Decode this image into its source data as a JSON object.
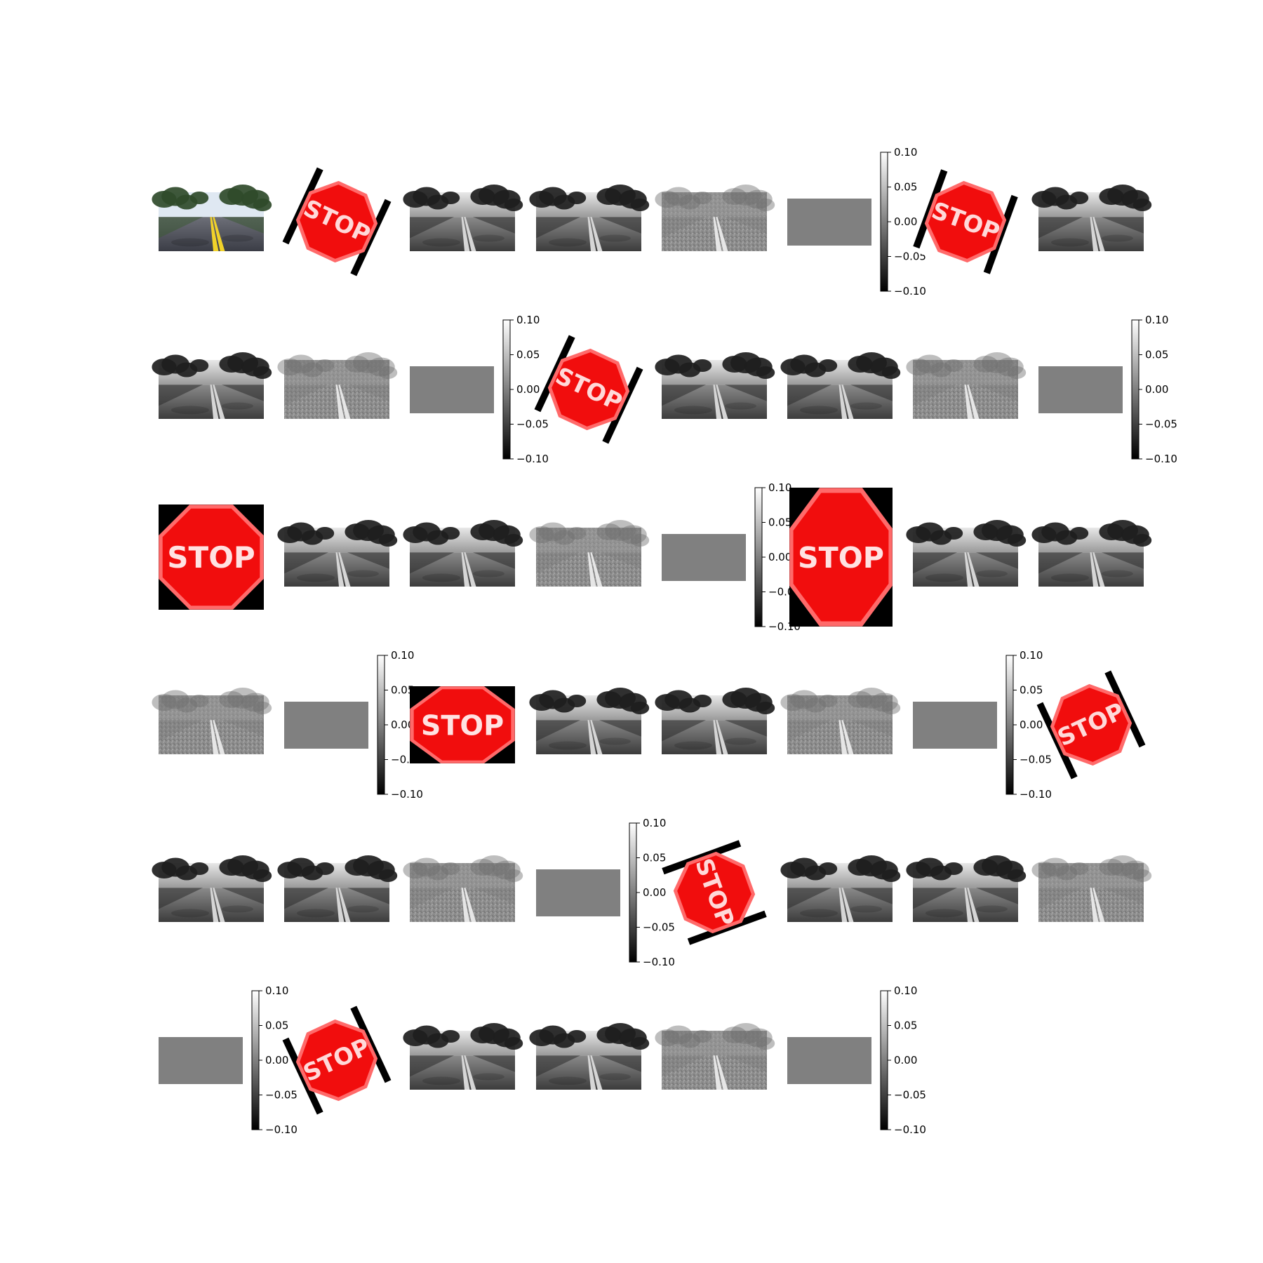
{
  "figure": {
    "rows": 6,
    "cols": 8,
    "background": "#ffffff"
  },
  "colorbar": {
    "ticks": [
      "0.10",
      "0.05",
      "0.00",
      "−0.05",
      "−0.10"
    ],
    "cmap": "gray"
  },
  "stop_sign": {
    "text": "STOP",
    "red": "#f10d0d",
    "light_red": "#ff6a6a"
  },
  "colors": {
    "flat_map": "#808080",
    "road_photo_sky": "#dfe8f2",
    "road_line_yellow": "#f1d22a"
  },
  "panels": [
    {
      "type": "road_color"
    },
    {
      "type": "stop",
      "rot": 25
    },
    {
      "type": "road_gray"
    },
    {
      "type": "road_gray"
    },
    {
      "type": "road_edge"
    },
    {
      "type": "flat"
    },
    {
      "type": "stop",
      "rot": 20
    },
    {
      "type": "road_gray"
    },
    {
      "type": "road_gray"
    },
    {
      "type": "road_edge"
    },
    {
      "type": "flat"
    },
    {
      "type": "stop",
      "rot": 25
    },
    {
      "type": "road_gray"
    },
    {
      "type": "road_gray"
    },
    {
      "type": "road_edge"
    },
    {
      "type": "flat"
    },
    {
      "type": "stop_square"
    },
    {
      "type": "road_gray"
    },
    {
      "type": "road_gray"
    },
    {
      "type": "road_edge"
    },
    {
      "type": "flat"
    },
    {
      "type": "stop_tall"
    },
    {
      "type": "road_gray"
    },
    {
      "type": "road_gray"
    },
    {
      "type": "road_edge"
    },
    {
      "type": "flat"
    },
    {
      "type": "stop_wide"
    },
    {
      "type": "road_gray"
    },
    {
      "type": "road_gray"
    },
    {
      "type": "road_edge"
    },
    {
      "type": "flat"
    },
    {
      "type": "stop",
      "rot": -25
    },
    {
      "type": "road_gray"
    },
    {
      "type": "road_gray"
    },
    {
      "type": "road_edge"
    },
    {
      "type": "flat"
    },
    {
      "type": "stop",
      "rot": 70
    },
    {
      "type": "road_gray"
    },
    {
      "type": "road_gray"
    },
    {
      "type": "road_edge"
    },
    {
      "type": "flat"
    },
    {
      "type": "stop",
      "rot": -25
    },
    {
      "type": "road_gray"
    },
    {
      "type": "road_gray"
    },
    {
      "type": "road_edge"
    },
    {
      "type": "flat"
    }
  ]
}
